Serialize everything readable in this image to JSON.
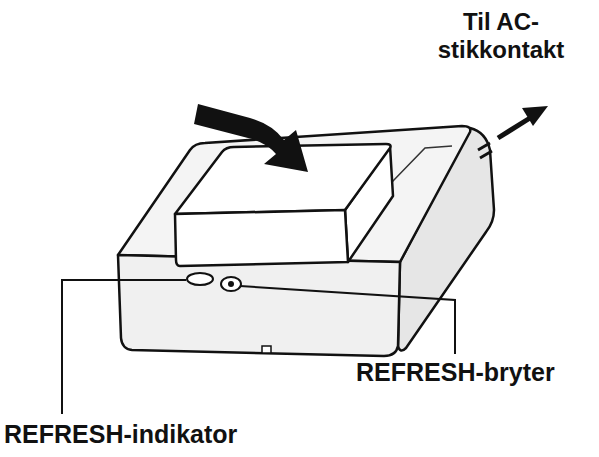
{
  "diagram": {
    "labels": [
      "Til AC- stikkontakt",
      "REFRESH-bryter",
      "REFRESH-indikator"
    ]
  }
}
